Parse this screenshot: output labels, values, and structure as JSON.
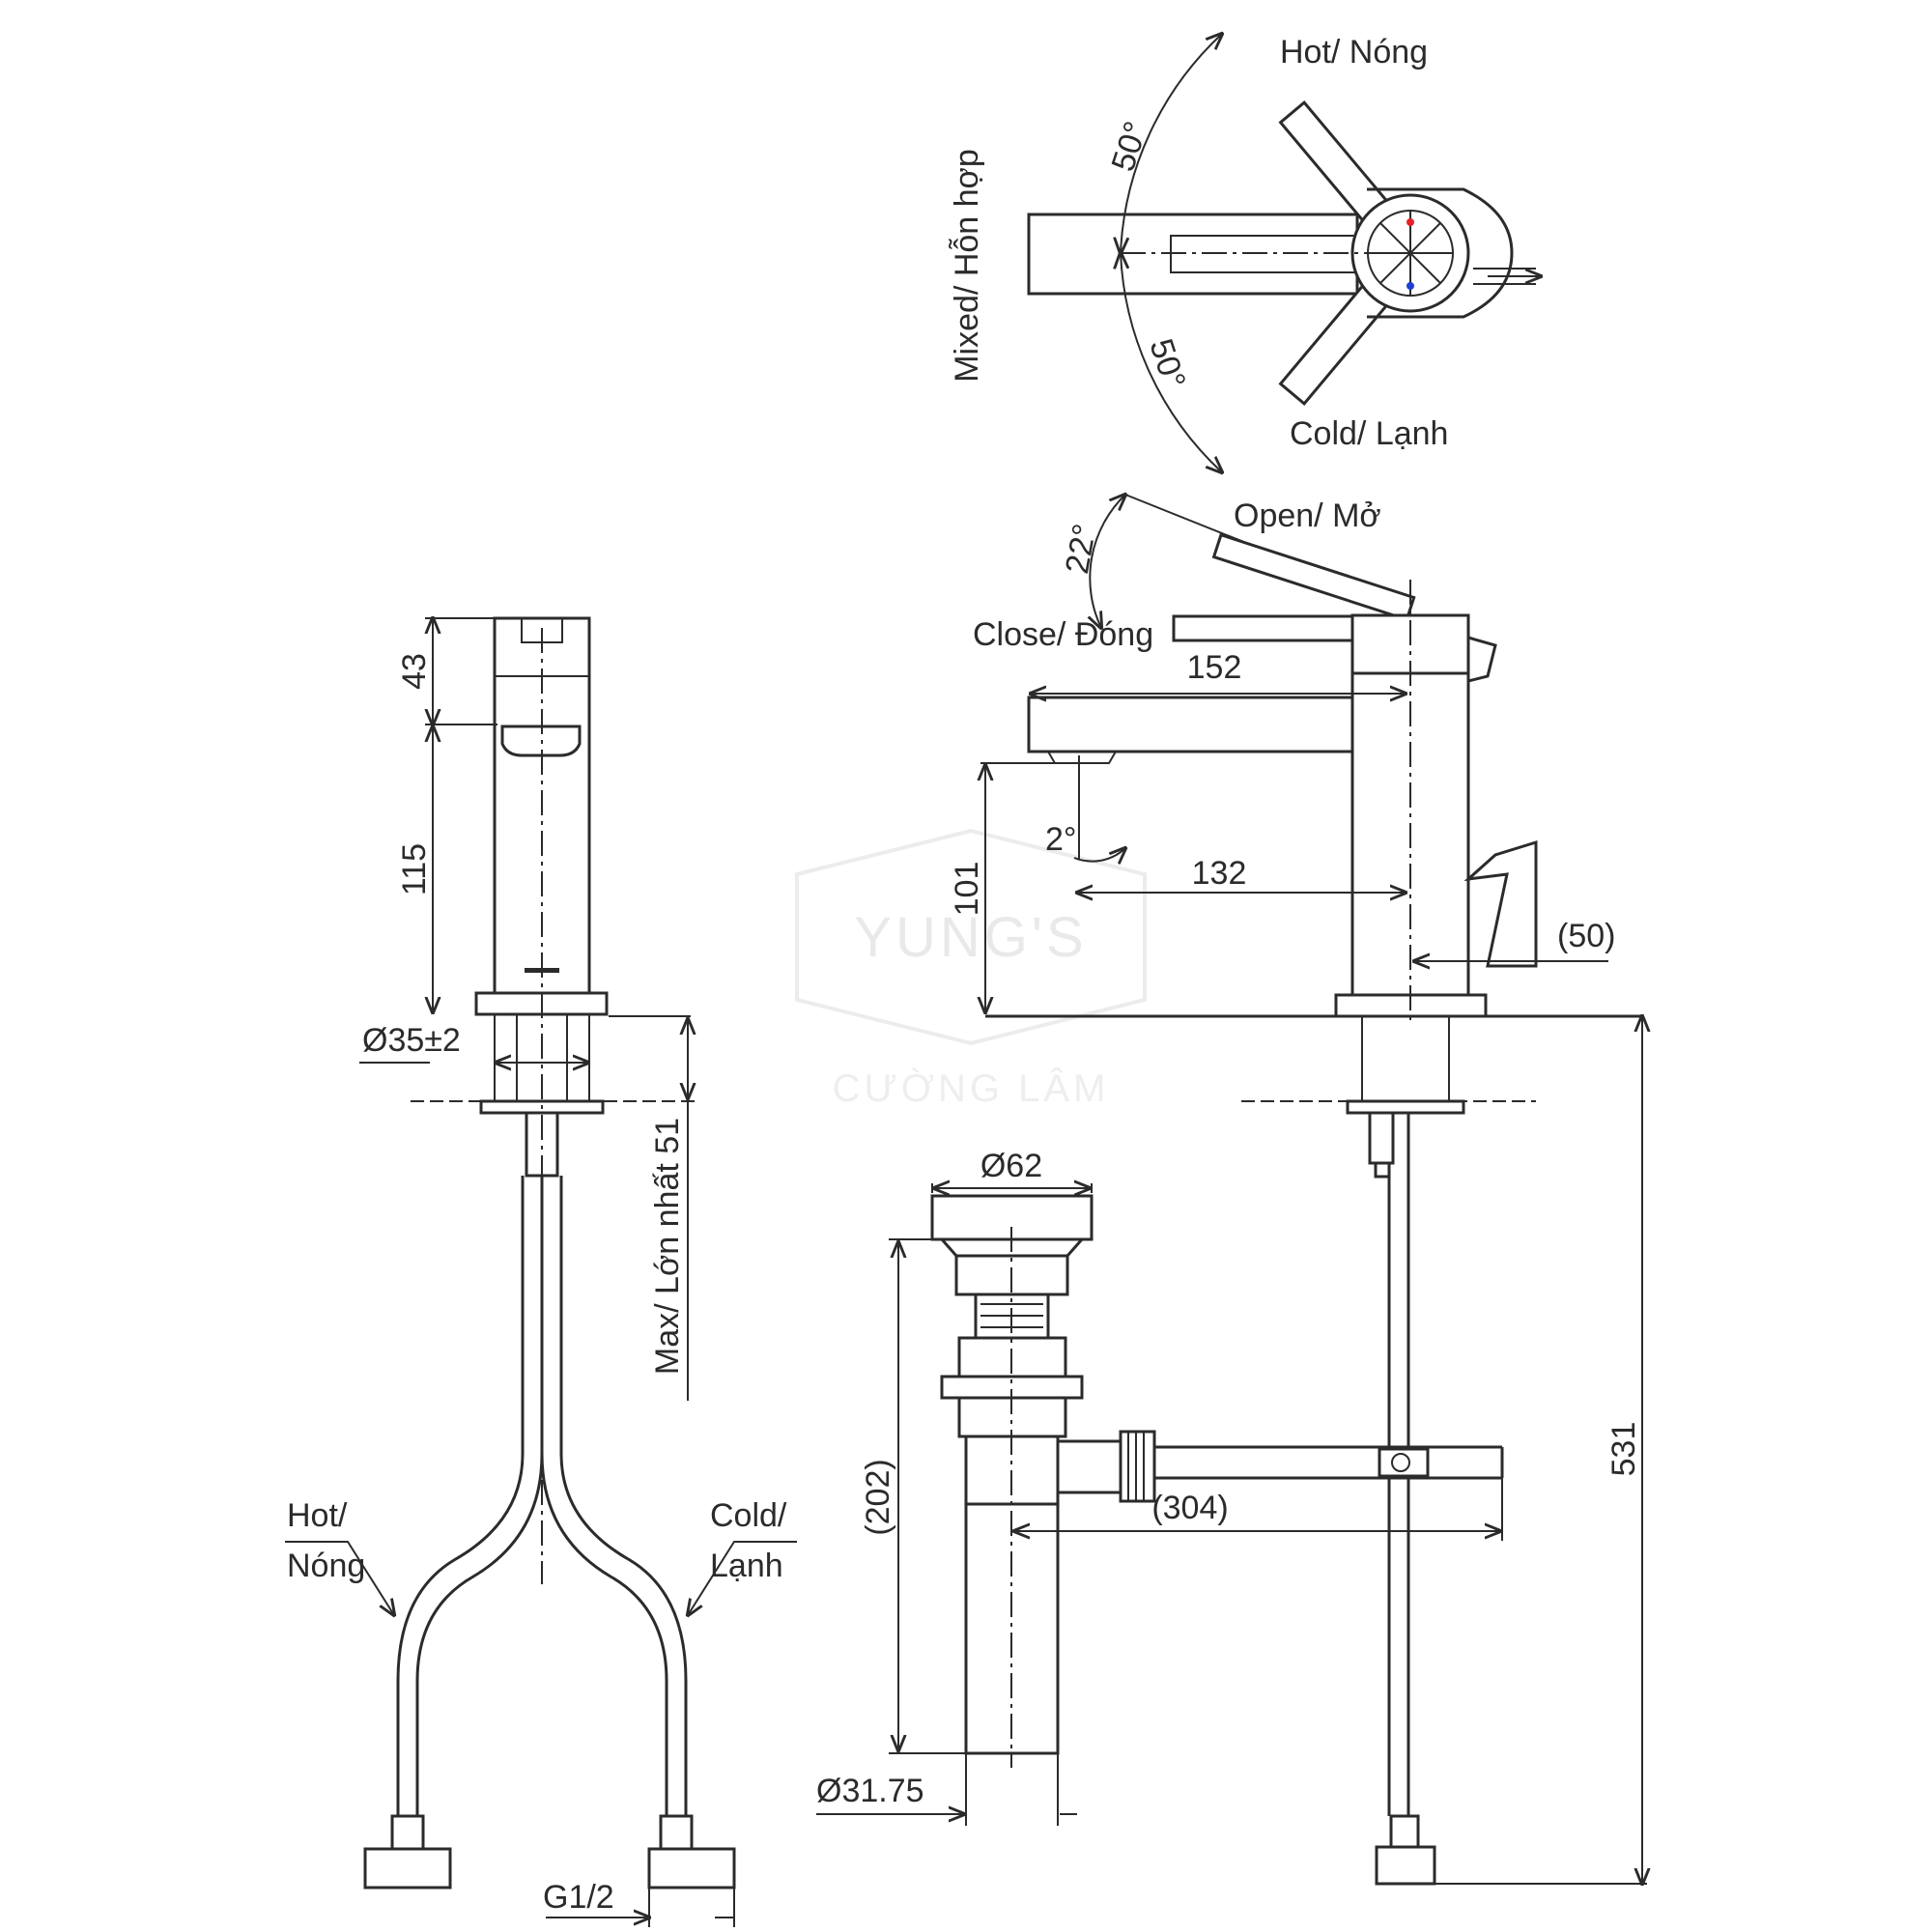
{
  "watermark": {
    "brand": "YUNG'S",
    "sub": "CƯỜNG LÂM"
  },
  "top_view": {
    "hot": "Hot/ Nóng",
    "cold": "Cold/ Lạnh",
    "mixed": "Mixed/ Hỗn hợp",
    "angle_up": "50°",
    "angle_down": "50°",
    "hot_marker_color": "#e8202a",
    "cold_marker_color": "#1f3fd6"
  },
  "side_view": {
    "open": "Open/ Mở",
    "close": "Close/ Đóng",
    "lever_angle": "22°",
    "spout_length": "152",
    "spout_angle": "2°",
    "spout_height": "101",
    "reach": "132",
    "handle_offset": "(50)",
    "total_height": "531"
  },
  "front_view": {
    "top_height": "43",
    "body_height": "115",
    "hole_diameter": "Ø35±2",
    "max_thickness": "Max/ Lớn nhất 51",
    "hot_hose_1": "Hot/",
    "hot_hose_2": "Nóng",
    "cold_hose_1": "Cold/",
    "cold_hose_2": "Lạnh",
    "thread": "G1/2"
  },
  "drain": {
    "cap_diameter": "Ø62",
    "height": "(202)",
    "length": "(304)",
    "pipe_diameter": "Ø31.75"
  }
}
